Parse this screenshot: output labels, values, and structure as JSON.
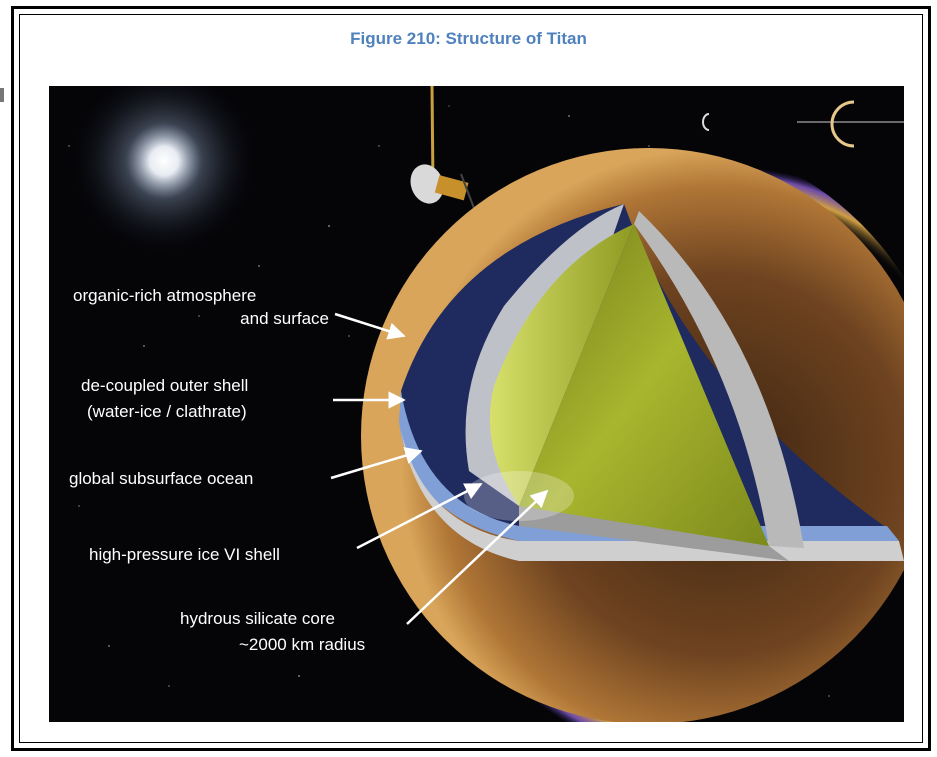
{
  "caption": "Figure 210: Structure of Titan",
  "labels": {
    "atmosphere_line1": "organic-rich atmosphere",
    "atmosphere_line2": "and surface",
    "outer_shell_line1": "de-coupled outer shell",
    "outer_shell_line2": "(water-ice / clathrate)",
    "ocean": "global subsurface ocean",
    "ice_vi": "high-pressure ice VI shell",
    "core_line1": "hydrous silicate core",
    "core_line2": "~2000 km radius"
  },
  "colors": {
    "caption": "#4f81bd",
    "space": "#050508",
    "haze": "#c98a3a",
    "outer_shell": "#2e3c78",
    "ocean": "#7f9fd6",
    "ice": "#c9c9c9",
    "core": "#9aa52a",
    "label_text": "#ffffff"
  }
}
